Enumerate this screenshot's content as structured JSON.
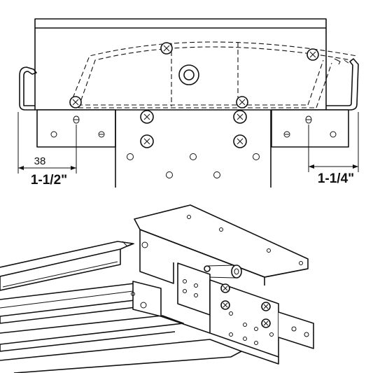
{
  "dimensions": {
    "left_metric": "38",
    "left_imperial": "1-1/2\"",
    "right_imperial": "1-1/4\""
  },
  "colors": {
    "line": "#111111",
    "background": "#ffffff"
  }
}
